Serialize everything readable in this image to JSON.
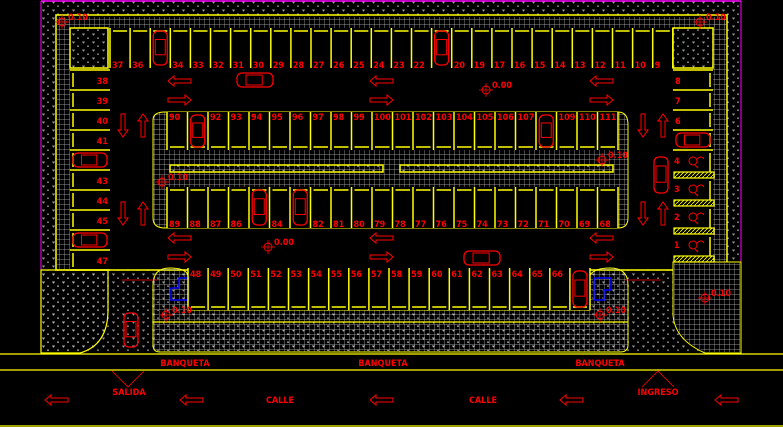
{
  "drawing": {
    "colors": {
      "background": "#000000",
      "lines": "#ffff00",
      "annotations": "#ff0000",
      "border": "#ff00ff",
      "paving": "#bbbbbb",
      "accessible": "#0000ff"
    },
    "top_row": [
      "37",
      "36",
      "car",
      "34",
      "33",
      "32",
      "31",
      "30",
      "29",
      "28",
      "27",
      "26",
      "25",
      "24",
      "23",
      "22",
      "car",
      "20",
      "19",
      "17",
      "16",
      "15",
      "14",
      "13",
      "12",
      "11",
      "10",
      "9"
    ],
    "island_top_row": [
      "90",
      "car",
      "92",
      "93",
      "94",
      "95",
      "96",
      "97",
      "98",
      "99",
      "100",
      "101",
      "102",
      "103",
      "104",
      "105",
      "106",
      "107",
      "car",
      "109",
      "110",
      "111"
    ],
    "island_bottom_row": [
      "89",
      "88",
      "87",
      "86",
      "car",
      "84",
      "car",
      "82",
      "81",
      "80",
      "79",
      "78",
      "77",
      "76",
      "75",
      "74",
      "73",
      "72",
      "71",
      "70",
      "69",
      "68"
    ],
    "bottom_row": [
      "48",
      "49",
      "50",
      "51",
      "52",
      "53",
      "54",
      "55",
      "56",
      "57",
      "58",
      "59",
      "60",
      "61",
      "62",
      "63",
      "64",
      "65",
      "66",
      "car"
    ],
    "left_column": [
      "38",
      "39",
      "40",
      "41",
      "car",
      "43",
      "44",
      "45",
      "car",
      "47"
    ],
    "right_column": [
      "8",
      "7",
      "6",
      "car"
    ],
    "accessible_column": [
      "4",
      "3",
      "2",
      "1"
    ],
    "levels": [
      "0.10",
      "0.10",
      "0.00",
      "0.10",
      "0.10",
      "0.00",
      "0.10",
      "0.10",
      "0.10"
    ],
    "street": {
      "sidewalk_labels": [
        "BANQUETA",
        "BANQUETA",
        "BANQUETA"
      ],
      "street_labels": [
        "CALLE",
        "CALLE"
      ],
      "exit_label": "SALIDA",
      "entry_label": "INGRESO"
    }
  }
}
